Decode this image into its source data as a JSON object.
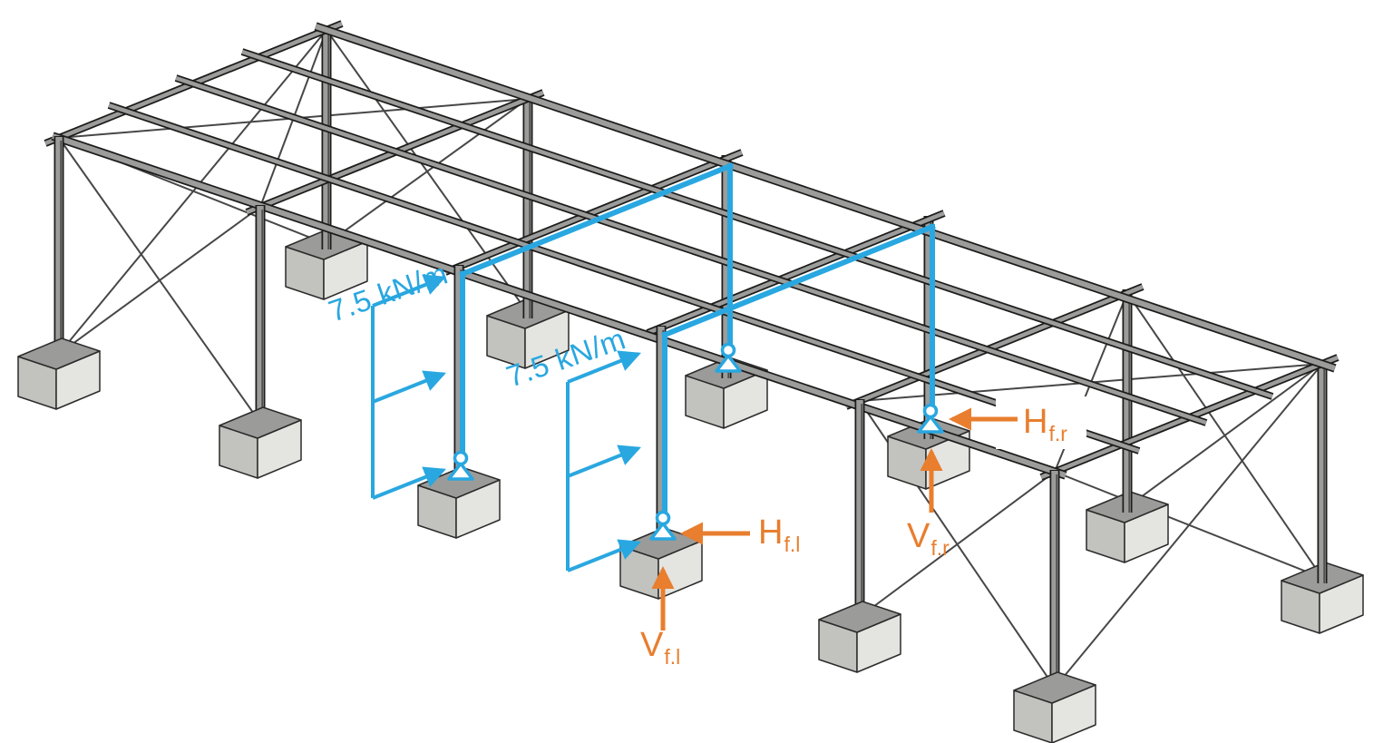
{
  "diagram": {
    "description": "3D isometric view of a braced steel portal-frame structure on concrete pad footings with two highlighted transverse frames, distributed wind loads and foundation reaction forces",
    "structure": {
      "frames": 6,
      "bays": 5,
      "column_rows": 2,
      "footings": 12,
      "pin_supports": 4,
      "purlin_lines": 3,
      "distributed_load": "7.5 kN/m"
    }
  },
  "loads": {
    "left_panel_label": "7.5 kN/m",
    "right_panel_label": "7.5 kN/m"
  },
  "reactions": {
    "h_left": {
      "main": "H",
      "sub": "f.l"
    },
    "v_left": {
      "main": "V",
      "sub": "f.l"
    },
    "h_right": {
      "main": "H",
      "sub": "f.r"
    },
    "v_right": {
      "main": "V",
      "sub": "f.r"
    }
  },
  "colors": {
    "background": "#ffffff",
    "highlight_blue": "#29a7e0",
    "reaction_orange": "#e87e2e",
    "steel_edge": "#1c1c1c",
    "steel_fill": "#9c9c9a",
    "column_web": "#50504e",
    "rod": "#474747",
    "concrete_top": "#9b9b99",
    "concrete_left": "#c2c2be",
    "concrete_right": "#e4e4e0",
    "concrete_edge": "#2b2b2b"
  }
}
